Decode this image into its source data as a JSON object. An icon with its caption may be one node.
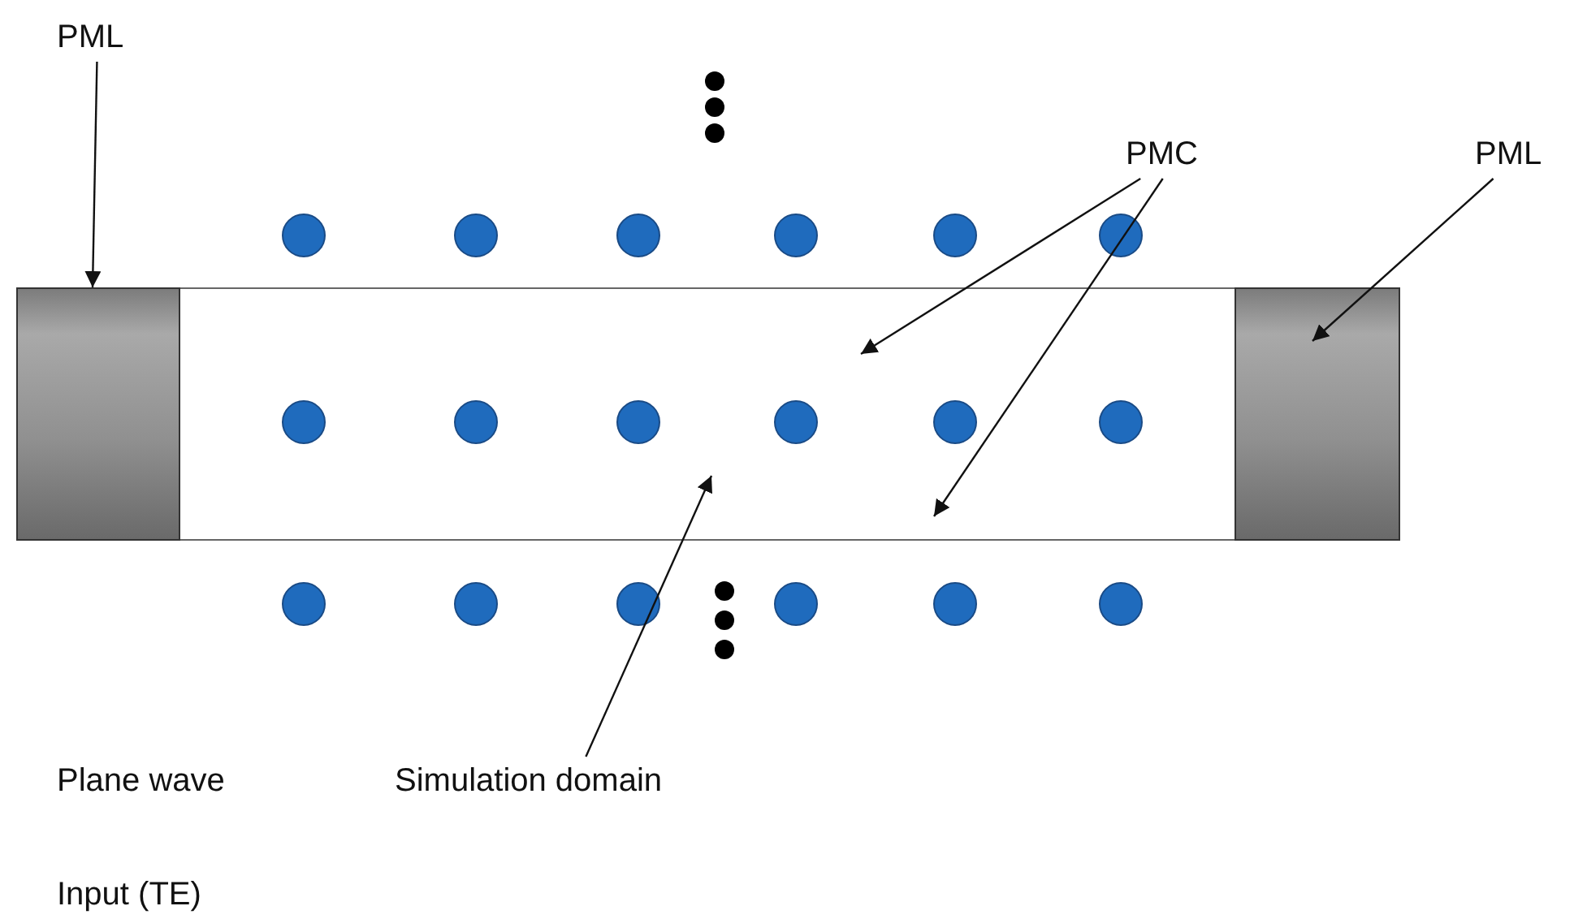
{
  "diagram": {
    "nodes": [
      {
        "text": [
          "PML"
        ]
      },
      {
        "text": [],
        "shape": "box"
      },
      {
        "text": [],
        "shape": "box"
      },
      {
        "text": [
          "PMC"
        ]
      },
      {
        "text": [
          "PML"
        ]
      },
      {
        "text": [],
        "shape": "box"
      },
      {
        "text": [
          "Simulation domain"
        ]
      }
    ],
    "edges": [
      {
        "from": 0,
        "to": 1,
        "arrow": "to"
      },
      {
        "from": 3,
        "to": 2,
        "arrow": "to"
      },
      {
        "from": 3,
        "to": 2,
        "arrow": "to"
      },
      {
        "from": 4,
        "to": 5,
        "arrow": "to"
      },
      {
        "from": 6,
        "to": 2,
        "arrow": "to"
      }
    ],
    "labels": [
      "Plane wave",
      "Input (TE)"
    ]
  }
}
